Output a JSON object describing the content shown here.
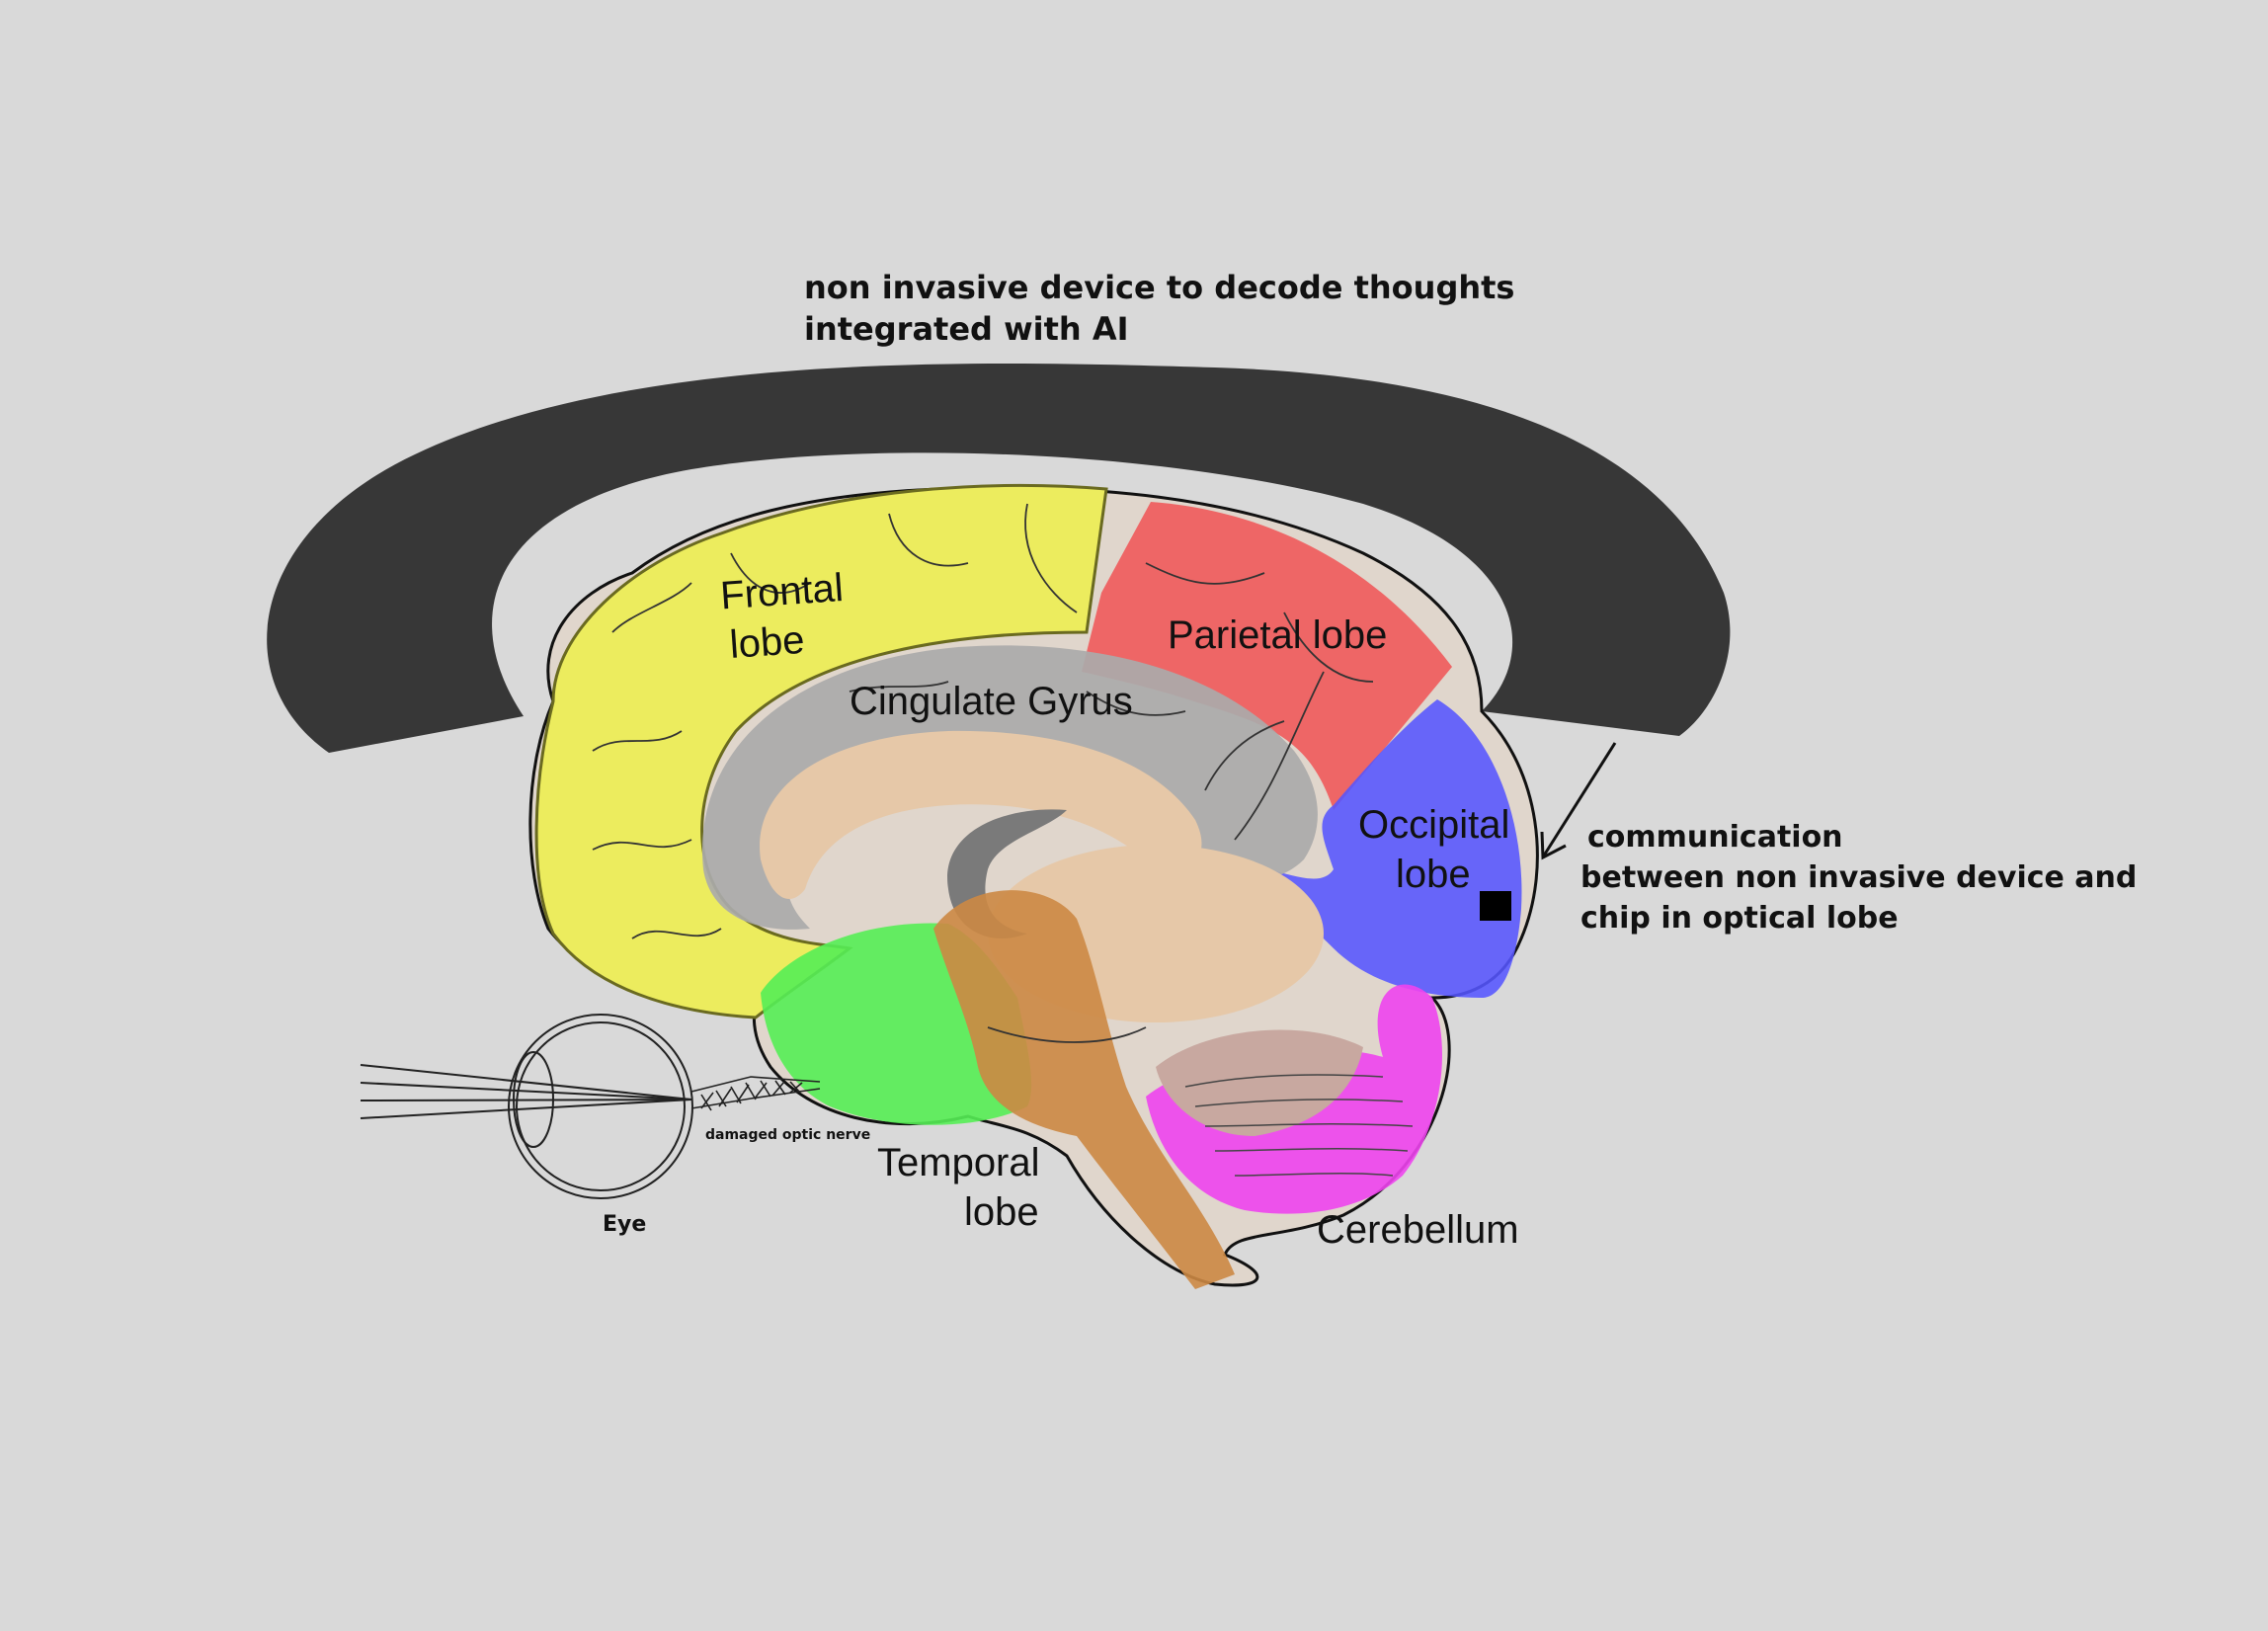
{
  "title_lines": [
    "non invasive device to decode thoughts",
    "integrated with  AI"
  ],
  "regions": {
    "frontal": [
      "Frontal",
      "lobe"
    ],
    "parietal": "Parietal lobe",
    "cingulate": "Cingulate Gyrus",
    "occipital": [
      "Occipital",
      "lobe"
    ],
    "temporal": [
      "Temporal",
      "lobe"
    ],
    "cerebellum": "Cerebellum"
  },
  "eye_label": "Eye",
  "optic_nerve_label": "damaged optic nerve",
  "communication_lines": [
    "communication",
    "between non invasive device and",
    "chip in optical lobe"
  ],
  "colors": {
    "background": "#d9d9d9",
    "device": "#373737",
    "frontal": "#ecec5e",
    "parietal": "#ee6666",
    "occipital": "#5555ff",
    "temporal": "#55ee55",
    "cerebellum": "#ee44ee",
    "cingulate": "#aaaaaa",
    "brainstem": "#cc8844",
    "inner": "#e6c8a8",
    "chip": "#000000"
  },
  "icons": [
    "headband-device",
    "brain",
    "eye",
    "optic-nerve",
    "chip",
    "arrow"
  ]
}
